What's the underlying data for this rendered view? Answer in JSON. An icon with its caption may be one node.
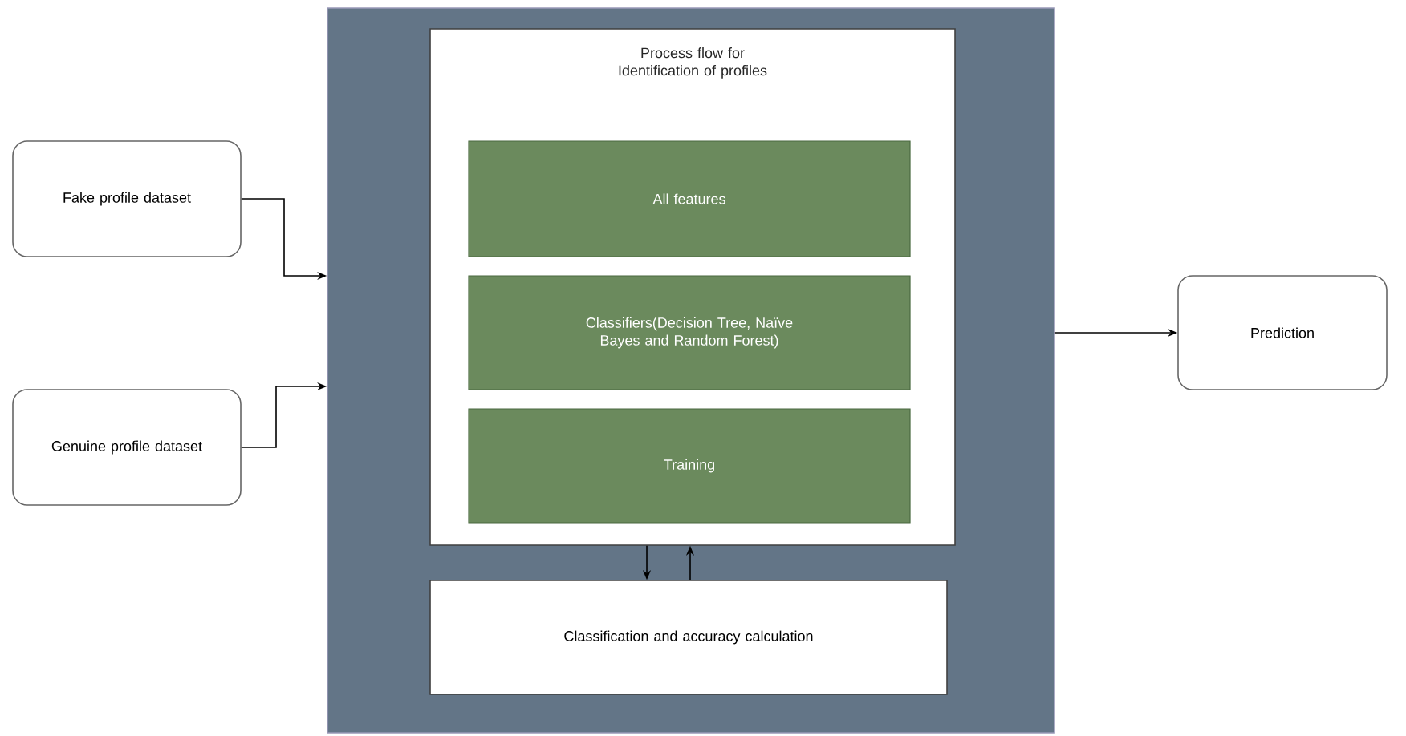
{
  "diagram": {
    "nodes": [
      {
        "text": [
          "Fake profile dataset"
        ]
      },
      {
        "text": [
          "Genuine profile dataset"
        ]
      },
      {
        "text": [],
        "shape": "box"
      },
      {
        "text": [
          "Process flow for Identification of profiles"
        ],
        "in": 2
      },
      {
        "text": [
          "All features"
        ],
        "in": 3
      },
      {
        "text": [
          "Classifiers(Decision Tree, Naïve Bayes and Random Forest)"
        ],
        "in": 3
      },
      {
        "text": [
          "Training"
        ],
        "in": 3
      },
      {
        "text": [
          "Classification and accuracy calculation"
        ],
        "in": 2
      },
      {
        "text": [
          "Prediction"
        ]
      }
    ],
    "edges": [
      {
        "from": 0,
        "to": 2,
        "arrow": "to"
      },
      {
        "from": 1,
        "to": 2,
        "arrow": "to"
      },
      {
        "from": 3,
        "to": 7,
        "arrow": "to"
      },
      {
        "from": 7,
        "to": 3,
        "arrow": "to"
      },
      {
        "from": 2,
        "to": 8,
        "arrow": "to"
      }
    ]
  }
}
